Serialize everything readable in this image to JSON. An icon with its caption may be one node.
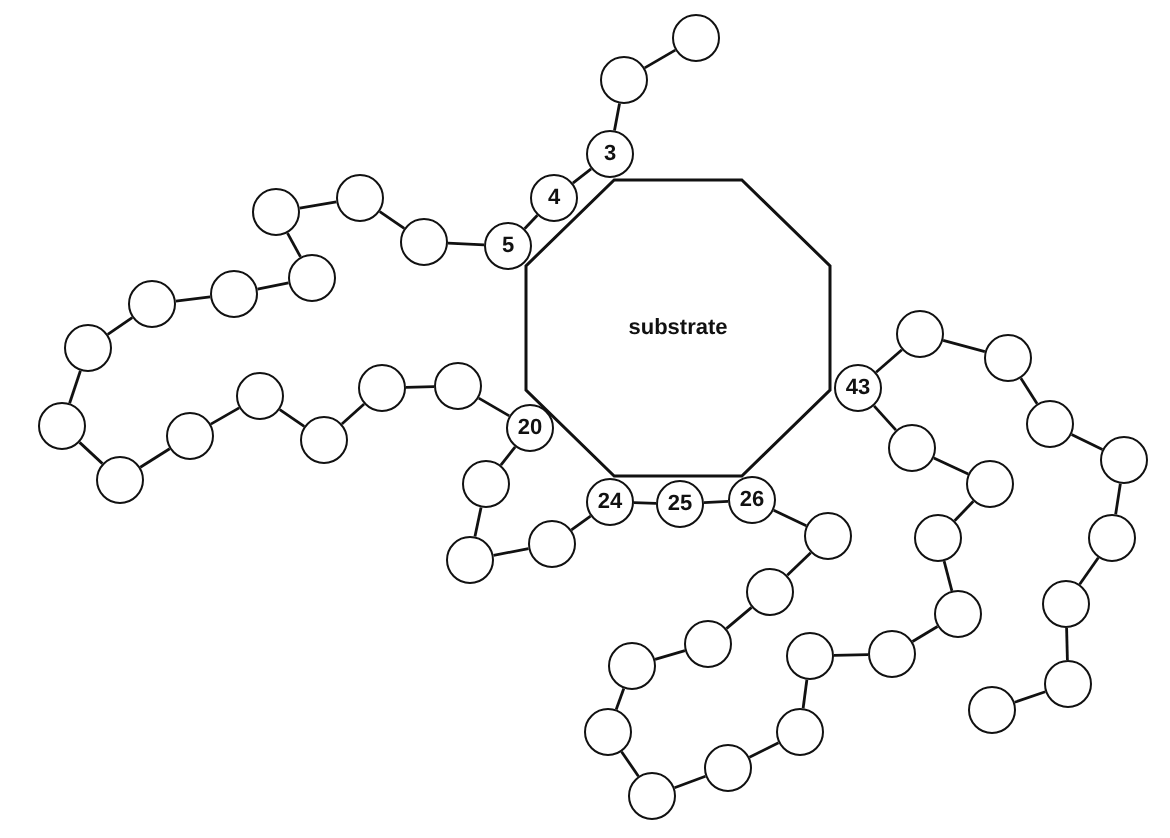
{
  "diagram": {
    "nodes": [
      {
        "text": [
          "substrate"
        ]
      },
      {
        "text": [],
        "shape": "circle"
      },
      {
        "text": [],
        "shape": "circle"
      },
      {
        "text": [
          "3"
        ]
      },
      {
        "text": [
          "4"
        ]
      },
      {
        "text": [
          "5"
        ]
      },
      {
        "text": [],
        "shape": "circle"
      },
      {
        "text": [],
        "shape": "circle"
      },
      {
        "text": [],
        "shape": "circle"
      },
      {
        "text": [],
        "shape": "circle"
      },
      {
        "text": [],
        "shape": "circle"
      },
      {
        "text": [],
        "shape": "circle"
      },
      {
        "text": [],
        "shape": "circle"
      },
      {
        "text": [],
        "shape": "circle"
      },
      {
        "text": [],
        "shape": "circle"
      },
      {
        "text": [],
        "shape": "circle"
      },
      {
        "text": [],
        "shape": "circle"
      },
      {
        "text": [],
        "shape": "circle"
      },
      {
        "text": [],
        "shape": "circle"
      },
      {
        "text": [],
        "shape": "circle"
      },
      {
        "text": [
          "20"
        ]
      },
      {
        "text": [],
        "shape": "circle"
      },
      {
        "text": [],
        "shape": "circle"
      },
      {
        "text": [],
        "shape": "circle"
      },
      {
        "text": [
          "24"
        ]
      },
      {
        "text": [
          "25"
        ]
      },
      {
        "text": [
          "26"
        ]
      },
      {
        "text": [],
        "shape": "circle"
      },
      {
        "text": [],
        "shape": "circle"
      },
      {
        "text": [],
        "shape": "circle"
      },
      {
        "text": [],
        "shape": "circle"
      },
      {
        "text": [],
        "shape": "circle"
      },
      {
        "text": [],
        "shape": "circle"
      },
      {
        "text": [],
        "shape": "circle"
      },
      {
        "text": [],
        "shape": "circle"
      },
      {
        "text": [],
        "shape": "circle"
      },
      {
        "text": [],
        "shape": "circle"
      },
      {
        "text": [],
        "shape": "circle"
      },
      {
        "text": [],
        "shape": "circle"
      },
      {
        "text": [],
        "shape": "circle"
      },
      {
        "text": [],
        "shape": "circle"
      },
      {
        "text": [
          "43"
        ]
      },
      {
        "text": [],
        "shape": "circle"
      },
      {
        "text": [],
        "shape": "circle"
      },
      {
        "text": [],
        "shape": "circle"
      },
      {
        "text": [],
        "shape": "circle"
      },
      {
        "text": [],
        "shape": "circle"
      },
      {
        "text": [],
        "shape": "circle"
      },
      {
        "text": [],
        "shape": "circle"
      },
      {
        "text": [],
        "shape": "circle"
      }
    ],
    "edges": [
      {
        "from": 1,
        "to": 2,
        "arrow": "none"
      },
      {
        "from": 2,
        "to": 3,
        "arrow": "none"
      },
      {
        "from": 3,
        "to": 4,
        "arrow": "none"
      },
      {
        "from": 4,
        "to": 5,
        "arrow": "none"
      },
      {
        "from": 5,
        "to": 6,
        "arrow": "none"
      },
      {
        "from": 6,
        "to": 7,
        "arrow": "none"
      },
      {
        "from": 7,
        "to": 8,
        "arrow": "none"
      },
      {
        "from": 8,
        "to": 9,
        "arrow": "none"
      },
      {
        "from": 9,
        "to": 10,
        "arrow": "none"
      },
      {
        "from": 10,
        "to": 11,
        "arrow": "none"
      },
      {
        "from": 11,
        "to": 12,
        "arrow": "none"
      },
      {
        "from": 12,
        "to": 13,
        "arrow": "none"
      },
      {
        "from": 13,
        "to": 14,
        "arrow": "none"
      },
      {
        "from": 14,
        "to": 15,
        "arrow": "none"
      },
      {
        "from": 15,
        "to": 16,
        "arrow": "none"
      },
      {
        "from": 16,
        "to": 17,
        "arrow": "none"
      },
      {
        "from": 17,
        "to": 18,
        "arrow": "none"
      },
      {
        "from": 18,
        "to": 19,
        "arrow": "none"
      },
      {
        "from": 19,
        "to": 20,
        "arrow": "none"
      },
      {
        "from": 20,
        "to": 21,
        "arrow": "none"
      },
      {
        "from": 21,
        "to": 22,
        "arrow": "none"
      },
      {
        "from": 22,
        "to": 23,
        "arrow": "none"
      },
      {
        "from": 23,
        "to": 24,
        "arrow": "none"
      },
      {
        "from": 24,
        "to": 25,
        "arrow": "none"
      },
      {
        "from": 25,
        "to": 26,
        "arrow": "none"
      },
      {
        "from": 26,
        "to": 27,
        "arrow": "none"
      },
      {
        "from": 27,
        "to": 28,
        "arrow": "none"
      },
      {
        "from": 28,
        "to": 29,
        "arrow": "none"
      },
      {
        "from": 29,
        "to": 30,
        "arrow": "none"
      },
      {
        "from": 30,
        "to": 31,
        "arrow": "none"
      },
      {
        "from": 31,
        "to": 32,
        "arrow": "none"
      },
      {
        "from": 32,
        "to": 33,
        "arrow": "none"
      },
      {
        "from": 33,
        "to": 34,
        "arrow": "none"
      },
      {
        "from": 34,
        "to": 35,
        "arrow": "none"
      },
      {
        "from": 35,
        "to": 36,
        "arrow": "none"
      },
      {
        "from": 36,
        "to": 37,
        "arrow": "none"
      },
      {
        "from": 37,
        "to": 38,
        "arrow": "none"
      },
      {
        "from": 38,
        "to": 39,
        "arrow": "none"
      },
      {
        "from": 39,
        "to": 40,
        "arrow": "none"
      },
      {
        "from": 40,
        "to": 41,
        "arrow": "none"
      },
      {
        "from": 41,
        "to": 42,
        "arrow": "none"
      },
      {
        "from": 42,
        "to": 43,
        "arrow": "none"
      },
      {
        "from": 43,
        "to": 44,
        "arrow": "none"
      },
      {
        "from": 44,
        "to": 45,
        "arrow": "none"
      },
      {
        "from": 45,
        "to": 46,
        "arrow": "none"
      },
      {
        "from": 46,
        "to": 47,
        "arrow": "none"
      },
      {
        "from": 47,
        "to": 48,
        "arrow": "none"
      },
      {
        "from": 48,
        "to": 49,
        "arrow": "none"
      }
    ]
  }
}
